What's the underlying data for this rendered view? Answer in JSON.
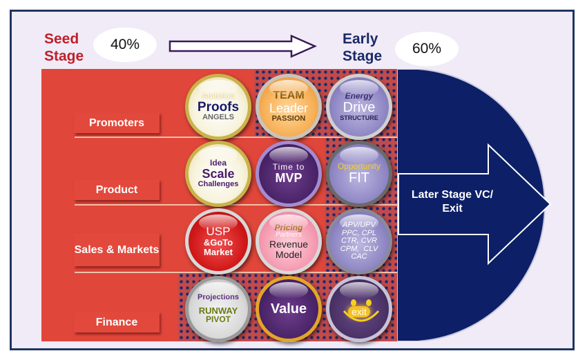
{
  "header": {
    "seed_stage": "Seed Stage",
    "seed_pct": "40%",
    "early_stage": "Early Stage",
    "early_pct": "60%"
  },
  "rows": {
    "promoters": "Promoters",
    "product": "Product",
    "sales": "Sales & Markets",
    "finance": "Finance"
  },
  "balls": {
    "promoters_seed": [
      "Ambition",
      "Proofs",
      "ANGELS"
    ],
    "promoters_team": [
      "TEAM",
      "Leader",
      "PASSION"
    ],
    "promoters_drive": [
      "Energy",
      "Drive",
      "STRUCTURE"
    ],
    "product_idea": [
      "Idea",
      "Scale",
      "Challenges"
    ],
    "product_mvp": [
      "Time to",
      "MVP"
    ],
    "product_fit": [
      "Opportunity",
      "FIT"
    ],
    "sales_usp": [
      "USP",
      "&GoTo",
      "Market"
    ],
    "sales_pricing": [
      "Pricing",
      "Partners",
      "Revenue",
      "Model"
    ],
    "sales_metrics": [
      "APV/UPV",
      "PPC, CPL",
      "CTR, CVR",
      "CPM,  CLV",
      "CAC"
    ],
    "finance_runway": [
      "Projections",
      "RUNWAY",
      "PIVOT"
    ],
    "finance_value": [
      "Value"
    ],
    "finance_exit": [
      "exit"
    ]
  },
  "exit_label": "Later Stage VC/ Exit",
  "colors": {
    "seed_red": "#c0202a",
    "early_navy": "#1a2a66",
    "panel_red": "#e0463a",
    "exit_navy": "#0d1f66",
    "frame_border": "#1e3560"
  }
}
